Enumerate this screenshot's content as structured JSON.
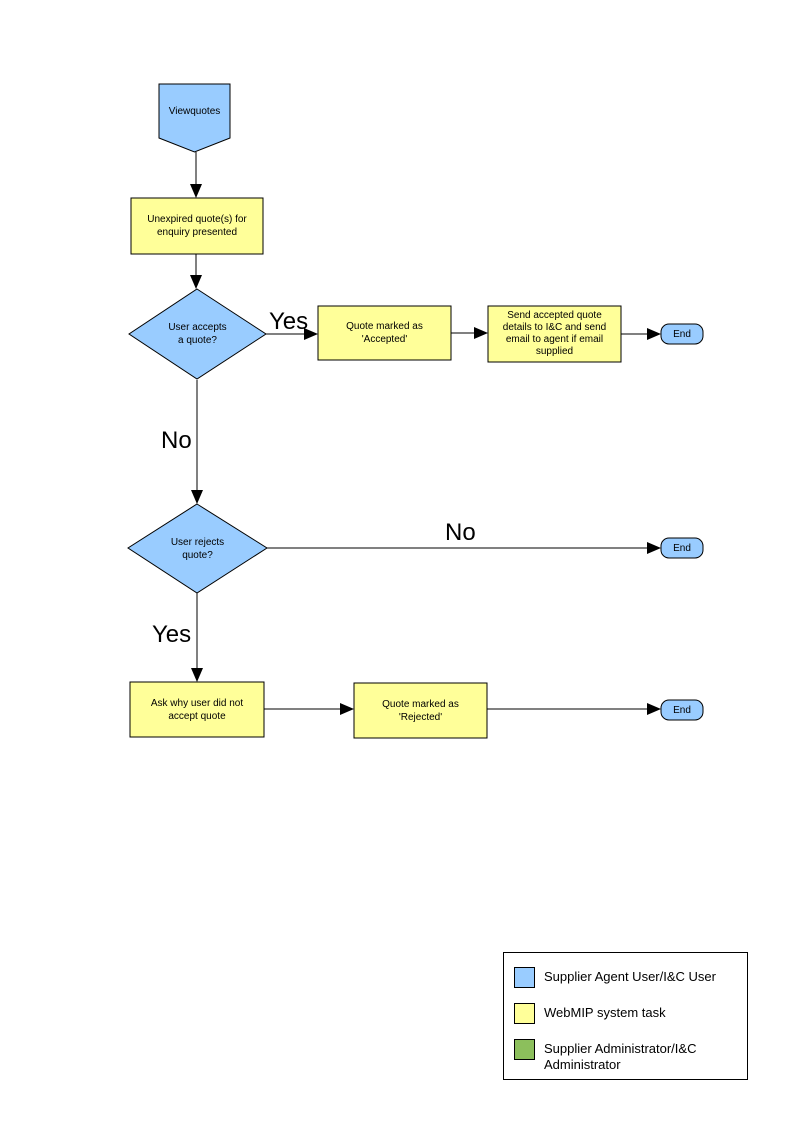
{
  "colors": {
    "actor_blue": "#99CCFF",
    "task_yellow": "#FFFF99",
    "admin_green": "#8CBF5C",
    "line_black": "#000000",
    "background": "#FFFFFF"
  },
  "flowchart": {
    "nodes": {
      "start": "Viewquotes",
      "unexpired": "Unexpired quote(s) for\nenquiry presented",
      "accepts": "User accepts\na quote?",
      "marked_accepted": "Quote marked as\n'Accepted'",
      "send_details": "Send accepted quote\ndetails to I&C and send\nemail to agent if email\nsupplied",
      "end_accept": "End",
      "rejects": "User rejects\nquote?",
      "end_no_reject": "End",
      "ask_why": "Ask why user did not\naccept quote",
      "marked_rejected": "Quote marked as\n'Rejected'",
      "end_reject": "End"
    },
    "edge_labels": {
      "accepts_yes": "Yes",
      "accepts_no": "No",
      "rejects_no": "No",
      "rejects_yes": "Yes"
    }
  },
  "legend": {
    "items": [
      {
        "label": "Supplier Agent User/I&C User",
        "color": "#99CCFF"
      },
      {
        "label": "WebMIP system task",
        "color": "#FFFF99"
      },
      {
        "label": "Supplier Administrator/I&C\nAdministrator",
        "color": "#8CBF5C"
      }
    ]
  }
}
